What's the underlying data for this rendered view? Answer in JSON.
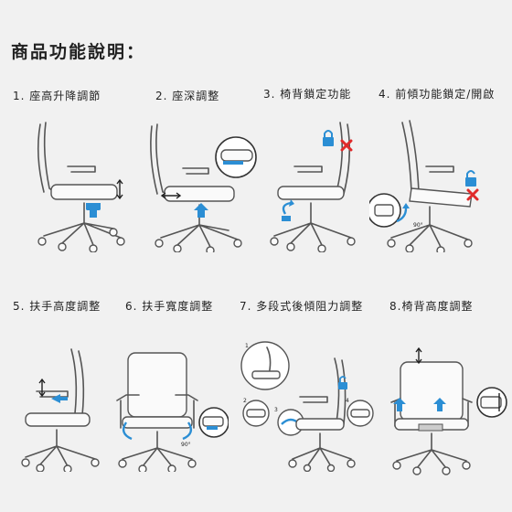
{
  "title": "商品功能說明：",
  "features": [
    {
      "label": "1. 座高升降調節"
    },
    {
      "label": "2. 座深調整"
    },
    {
      "label": "3. 椅背鎖定功能"
    },
    {
      "label": "4. 前傾功能鎖定/開啟"
    },
    {
      "label": "5. 扶手高度調整"
    },
    {
      "label": "6. 扶手寬度調整"
    },
    {
      "label": "7. 多段式後傾阻力調整"
    },
    {
      "label": "8.椅背高度調整"
    }
  ],
  "annotations": {
    "tilt_angle": "90°",
    "armrest_angle": "90°",
    "step1": "1",
    "step2": "2",
    "step3": "3",
    "step4": "4"
  },
  "colors": {
    "accent": "#2b8ed4",
    "lock_red": "#e02a2a",
    "background": "#f1f1f1"
  },
  "icons": [
    "up-arrow-icon",
    "double-arrow-icon",
    "lock-icon",
    "unlock-icon",
    "cross-icon",
    "rotate-icon"
  ]
}
